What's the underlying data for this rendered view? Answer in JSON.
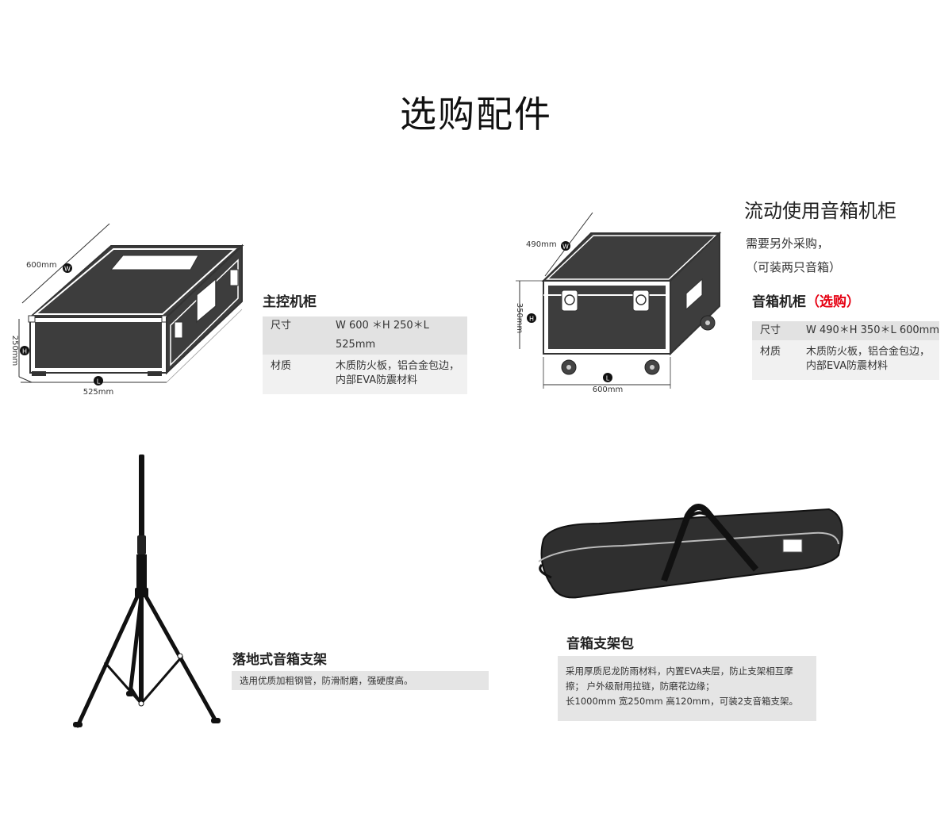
{
  "page_title": "选购配件",
  "main_cabinet": {
    "name": "主控机柜",
    "spec_rows": [
      {
        "key": "尺寸",
        "value": "W 600 ＊H 250＊L 525mm"
      },
      {
        "key": "材质",
        "value": "木质防火板，铝合金包边，",
        "value2": "内部EVA防震材料"
      }
    ],
    "dims": {
      "width": "600mm",
      "height": "250mm",
      "length": "525mm",
      "w": "W",
      "h": "H",
      "l": "L"
    }
  },
  "speaker_case": {
    "heading": "流动使用音箱机柜",
    "note1": "需要另外采购，",
    "note2": "（可装两只音箱）",
    "name": "音箱机柜",
    "name_tag": "（选购）",
    "spec_rows": [
      {
        "key": "尺寸",
        "value": "W 490＊H 350＊L 600mm"
      },
      {
        "key": "材质",
        "value": "木质防火板，铝合金包边，",
        "value2": "内部EVA防震材料"
      }
    ],
    "dims": {
      "width": "490mm",
      "height": "350mm",
      "length": "600mm",
      "w": "W",
      "h": "H",
      "l": "L"
    }
  },
  "stand": {
    "name": "落地式音箱支架",
    "desc": "选用优质加粗钢管，防滑耐磨，强硬度高。"
  },
  "bag": {
    "name": "音箱支架包",
    "desc1": "采用厚质尼龙防雨材料，内置EVA夹层，防止支架相互摩",
    "desc2": "擦；  户外级耐用拉链，防磨花边缘；",
    "desc3": "长1000mm  宽250mm 高120mm，可装2支音箱支架。"
  },
  "colors": {
    "accent_red": "#e60012",
    "case_dark": "#3d3d3d",
    "table_header_bg": "#e2e2e2"
  }
}
